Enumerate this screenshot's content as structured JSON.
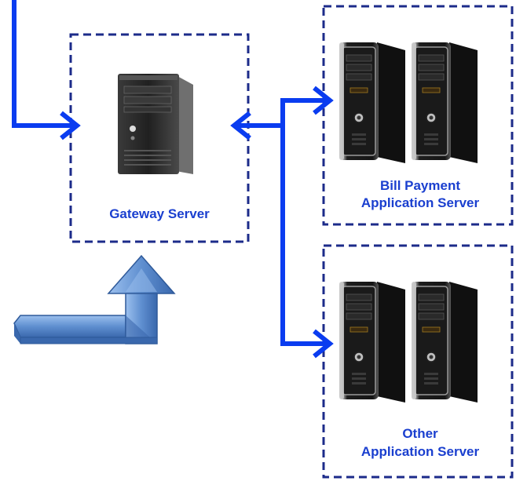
{
  "diagram": {
    "gateway": {
      "label": "Gateway Server"
    },
    "bill_payment": {
      "label_line1": "Bill Payment",
      "label_line2": "Application Server"
    },
    "other": {
      "label_line1": "Other",
      "label_line2": "Application Server"
    }
  },
  "colors": {
    "connector": "#0a3cf0",
    "dashed_border": "#1c2b8a",
    "label_text": "#1a3fcf",
    "big_arrow_fill": "#5f8fd0",
    "big_arrow_edge": "#2f5a9a",
    "tower_dark": "#1b1b1b",
    "tower_silver": "#b5b5b5",
    "gateway_case": "#252525"
  },
  "icons": {
    "gateway": "server-tower-icon",
    "app_server": "server-tower-icon",
    "input_arrow": "bent-arrow-icon"
  }
}
